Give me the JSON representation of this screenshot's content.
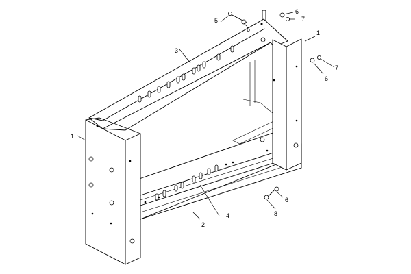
{
  "diagram": {
    "callouts": [
      {
        "id": "c1-left",
        "text": "1"
      },
      {
        "id": "c1-right",
        "text": "1"
      },
      {
        "id": "c2",
        "text": "2"
      },
      {
        "id": "c3",
        "text": "3"
      },
      {
        "id": "c4",
        "text": "4"
      },
      {
        "id": "c5",
        "text": "5"
      },
      {
        "id": "c6-top-a",
        "text": "6"
      },
      {
        "id": "c6-top-b",
        "text": "6"
      },
      {
        "id": "c7-top",
        "text": "7"
      },
      {
        "id": "c6-right",
        "text": "6"
      },
      {
        "id": "c7-right",
        "text": "7"
      },
      {
        "id": "c6-bottom",
        "text": "6"
      },
      {
        "id": "c8",
        "text": "8"
      }
    ]
  }
}
